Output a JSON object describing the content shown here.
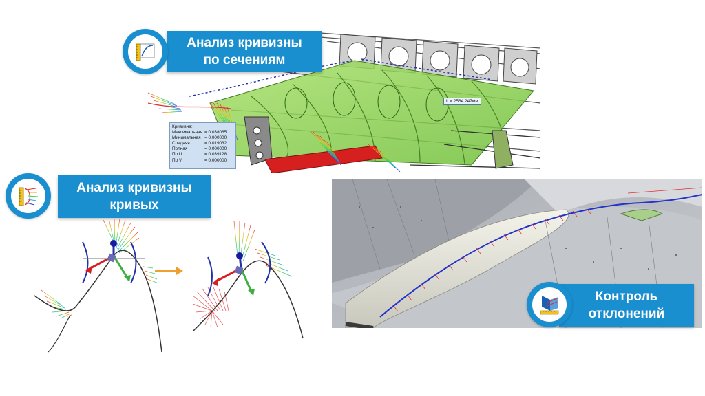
{
  "sections": {
    "sections_curvature": {
      "icon": "curvature-gauge-icon",
      "title_line1": "Анализ кривизны",
      "title_line2": "по сечениям"
    },
    "curves_curvature": {
      "icon": "curve-comb-icon",
      "title_line1": "Анализ кривизны",
      "title_line2": "кривых"
    },
    "deviation_control": {
      "icon": "deviation-ruler-icon",
      "title_line1": "Контроль",
      "title_line2": "отклонений"
    }
  },
  "curvature_info": {
    "header": "Кривизна:",
    "rows": [
      {
        "label": "Максимальная",
        "value": "= 0.038065"
      },
      {
        "label": "Минимальная",
        "value": "= 0.000000"
      },
      {
        "label": "Средняя",
        "value": "= 0.019032"
      },
      {
        "label": "Полная",
        "value": "= 0.000000"
      },
      {
        "label": "По U",
        "value": "= 0.039128"
      },
      {
        "label": "По V",
        "value": "= 0.000000"
      }
    ]
  },
  "length_label": "L = 2564.247мм",
  "colors": {
    "brand_blue": "#1a8fd0",
    "surface_green": "#8fd14f",
    "skin_gray": "#b9bcc2",
    "arrow_orange": "#f0a030"
  }
}
